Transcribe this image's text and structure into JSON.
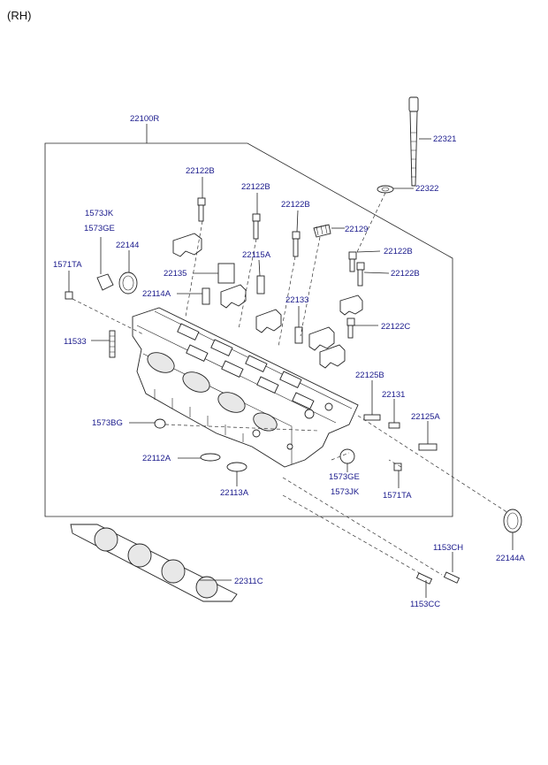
{
  "variant_label": "(RH)",
  "parts": {
    "p22100R": "22100R",
    "p22321": "22321",
    "p22322": "22322",
    "p22122B_1": "22122B",
    "p22122B_2": "22122B",
    "p22122B_3": "22122B",
    "p22122B_4": "22122B",
    "p22122B_5": "22122B",
    "p22129": "22129",
    "p1573JK_top": "1573JK",
    "p1573GE_top": "1573GE",
    "p22144": "22144",
    "p1571TA_left": "1571TA",
    "p22135": "22135",
    "p22115A": "22115A",
    "p22114A": "22114A",
    "p22133": "22133",
    "p22122C": "22122C",
    "p11533": "11533",
    "p22125B": "22125B",
    "p22131": "22131",
    "p22125A": "22125A",
    "p1573BG": "1573BG",
    "p22112A": "22112A",
    "p22113A": "22113A",
    "p1573GE_bottom": "1573GE",
    "p1573JK_bottom": "1573JK",
    "p1571TA_right": "1571TA",
    "p22144A": "22144A",
    "p1153CH": "1153CH",
    "p22311C": "22311C",
    "p1153CC": "1153CC"
  }
}
